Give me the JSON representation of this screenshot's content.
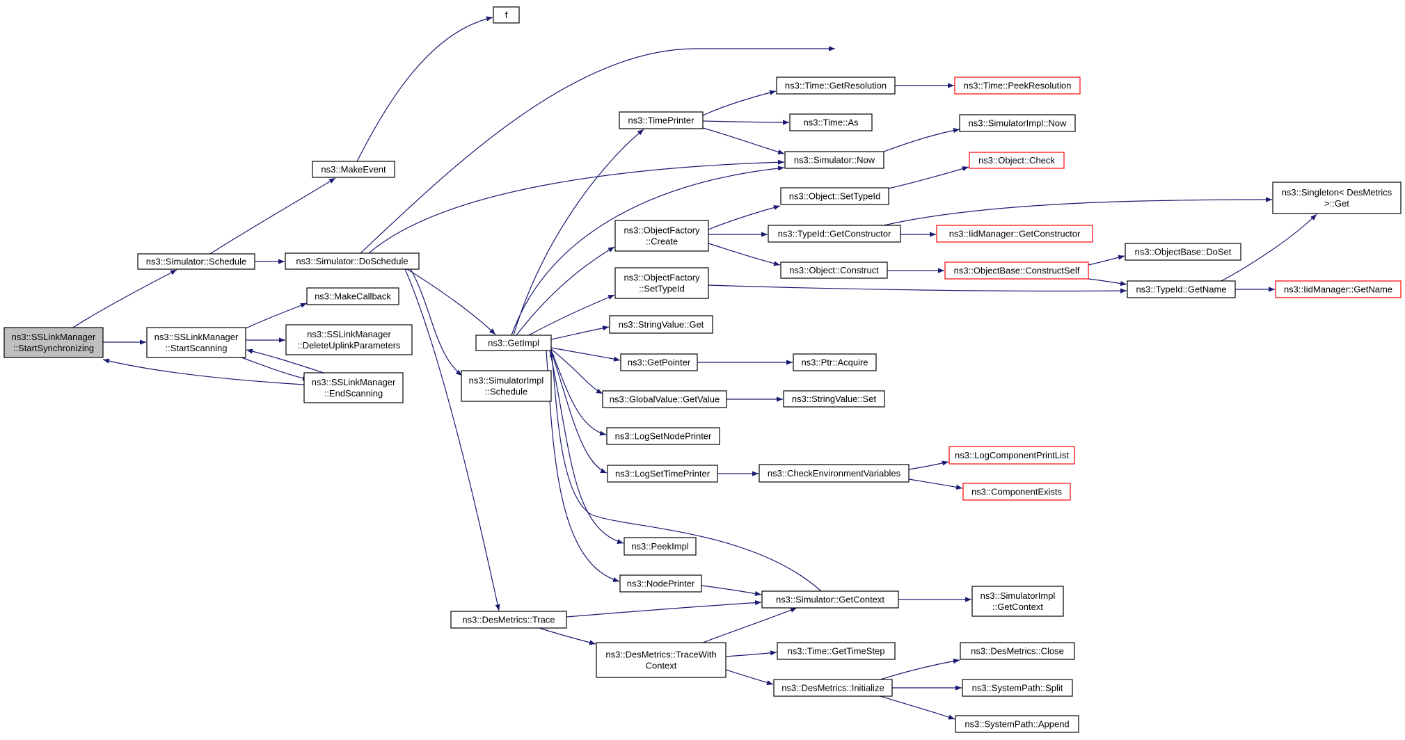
{
  "diagram": {
    "type": "call-graph",
    "colors": {
      "edge": "#191970",
      "box": "#000000",
      "external_box": "#ff0000",
      "root_fill": "#bfbfbf",
      "fill": "#ffffff"
    },
    "nodes": [
      {
        "id": "start_sync",
        "lines": [
          "ns3::SSLinkManager",
          "::StartSynchronizing"
        ],
        "style": "root"
      },
      {
        "id": "sim_schedule",
        "lines": [
          "ns3::Simulator::Schedule"
        ]
      },
      {
        "id": "sslm_startscan",
        "lines": [
          "ns3::SSLinkManager",
          "::StartScanning"
        ]
      },
      {
        "id": "make_event",
        "lines": [
          "ns3::MakeEvent"
        ]
      },
      {
        "id": "f",
        "lines": [
          "f"
        ]
      },
      {
        "id": "sim_doschedule",
        "lines": [
          "ns3::Simulator::DoSchedule"
        ]
      },
      {
        "id": "make_callback",
        "lines": [
          "ns3::MakeCallback"
        ]
      },
      {
        "id": "sslm_delete",
        "lines": [
          "ns3::SSLinkManager",
          "::DeleteUplinkParameters"
        ]
      },
      {
        "id": "sslm_endscan",
        "lines": [
          "ns3::SSLinkManager",
          "::EndScanning"
        ]
      },
      {
        "id": "getimpl",
        "lines": [
          "ns3::GetImpl"
        ]
      },
      {
        "id": "simimpl_schedule",
        "lines": [
          "ns3::SimulatorImpl",
          "::Schedule"
        ]
      },
      {
        "id": "des_trace",
        "lines": [
          "ns3::DesMetrics::Trace"
        ]
      },
      {
        "id": "timeprinter",
        "lines": [
          "ns3::TimePrinter"
        ]
      },
      {
        "id": "of_create",
        "lines": [
          "ns3::ObjectFactory",
          "::Create"
        ]
      },
      {
        "id": "of_settypeid",
        "lines": [
          "ns3::ObjectFactory",
          "::SetTypeId"
        ]
      },
      {
        "id": "stringvalue_get",
        "lines": [
          "ns3::StringValue::Get"
        ]
      },
      {
        "id": "getpointer",
        "lines": [
          "ns3::GetPointer"
        ]
      },
      {
        "id": "gv_getvalue",
        "lines": [
          "ns3::GlobalValue::GetValue"
        ]
      },
      {
        "id": "log_node",
        "lines": [
          "ns3::LogSetNodePrinter"
        ]
      },
      {
        "id": "log_time",
        "lines": [
          "ns3::LogSetTimePrinter"
        ]
      },
      {
        "id": "peekimpl",
        "lines": [
          "ns3::PeekImpl"
        ]
      },
      {
        "id": "nodeprinter",
        "lines": [
          "ns3::NodePrinter"
        ]
      },
      {
        "id": "des_tracewith",
        "lines": [
          "ns3::DesMetrics::TraceWith",
          "Context"
        ]
      },
      {
        "id": "time_getres",
        "lines": [
          "ns3::Time::GetResolution"
        ]
      },
      {
        "id": "time_as",
        "lines": [
          "ns3::Time::As"
        ]
      },
      {
        "id": "sim_now",
        "lines": [
          "ns3::Simulator::Now"
        ]
      },
      {
        "id": "obj_settypeid",
        "lines": [
          "ns3::Object::SetTypeId"
        ]
      },
      {
        "id": "typeid_getctor",
        "lines": [
          "ns3::TypeId::GetConstructor"
        ]
      },
      {
        "id": "obj_construct",
        "lines": [
          "ns3::Object::Construct"
        ]
      },
      {
        "id": "ptr_acquire",
        "lines": [
          "ns3::Ptr::Acquire"
        ]
      },
      {
        "id": "stringvalue_set",
        "lines": [
          "ns3::StringValue::Set"
        ]
      },
      {
        "id": "check_env",
        "lines": [
          "ns3::CheckEnvironmentVariables"
        ]
      },
      {
        "id": "sim_getcontext",
        "lines": [
          "ns3::Simulator::GetContext"
        ]
      },
      {
        "id": "time_gettimestep",
        "lines": [
          "ns3::Time::GetTimeStep"
        ]
      },
      {
        "id": "des_init",
        "lines": [
          "ns3::DesMetrics::Initialize"
        ]
      },
      {
        "id": "time_peekres",
        "lines": [
          "ns3::Time::PeekResolution"
        ],
        "style": "external"
      },
      {
        "id": "simimpl_now",
        "lines": [
          "ns3::SimulatorImpl::Now"
        ]
      },
      {
        "id": "obj_check",
        "lines": [
          "ns3::Object::Check"
        ],
        "style": "external"
      },
      {
        "id": "iid_getctor",
        "lines": [
          "ns3::IidManager::GetConstructor"
        ],
        "style": "external"
      },
      {
        "id": "objbase_constructself",
        "lines": [
          "ns3::ObjectBase::ConstructSelf"
        ],
        "style": "external"
      },
      {
        "id": "log_printlist",
        "lines": [
          "ns3::LogComponentPrintList"
        ],
        "style": "external"
      },
      {
        "id": "comp_exists",
        "lines": [
          "ns3::ComponentExists"
        ],
        "style": "external"
      },
      {
        "id": "simimpl_getcontext",
        "lines": [
          "ns3::SimulatorImpl",
          "::GetContext"
        ]
      },
      {
        "id": "des_close",
        "lines": [
          "ns3::DesMetrics::Close"
        ]
      },
      {
        "id": "syspath_split",
        "lines": [
          "ns3::SystemPath::Split"
        ]
      },
      {
        "id": "syspath_append",
        "lines": [
          "ns3::SystemPath::Append"
        ]
      },
      {
        "id": "objbase_doset",
        "lines": [
          "ns3::ObjectBase::DoSet"
        ]
      },
      {
        "id": "typeid_getname",
        "lines": [
          "ns3::TypeId::GetName"
        ]
      },
      {
        "id": "singleton_get",
        "lines": [
          "ns3::Singleton< DesMetrics",
          " >::Get"
        ]
      },
      {
        "id": "iid_getname",
        "lines": [
          "ns3::IidManager::GetName"
        ],
        "style": "external"
      }
    ],
    "edges": [
      [
        "start_sync",
        "sim_schedule"
      ],
      [
        "start_sync",
        "sslm_startscan"
      ],
      [
        "sim_schedule",
        "make_event"
      ],
      [
        "sim_schedule",
        "sim_doschedule"
      ],
      [
        "make_event",
        "f"
      ],
      [
        "sslm_startscan",
        "make_callback"
      ],
      [
        "sslm_startscan",
        "sslm_delete"
      ],
      [
        "sslm_startscan",
        "sslm_endscan"
      ],
      [
        "sslm_endscan",
        "start_sync"
      ],
      [
        "sslm_endscan",
        "sslm_startscan"
      ],
      [
        "sim_doschedule",
        "singleton_get"
      ],
      [
        "sim_doschedule",
        "sim_now"
      ],
      [
        "sim_doschedule",
        "getimpl"
      ],
      [
        "sim_doschedule",
        "simimpl_schedule"
      ],
      [
        "sim_doschedule",
        "des_trace"
      ],
      [
        "getimpl",
        "timeprinter"
      ],
      [
        "getimpl",
        "sim_now"
      ],
      [
        "getimpl",
        "of_create"
      ],
      [
        "getimpl",
        "of_settypeid"
      ],
      [
        "getimpl",
        "stringvalue_get"
      ],
      [
        "getimpl",
        "getpointer"
      ],
      [
        "getimpl",
        "gv_getvalue"
      ],
      [
        "getimpl",
        "log_node"
      ],
      [
        "getimpl",
        "log_time"
      ],
      [
        "getimpl",
        "peekimpl"
      ],
      [
        "getimpl",
        "nodeprinter"
      ],
      [
        "timeprinter",
        "time_getres"
      ],
      [
        "timeprinter",
        "time_as"
      ],
      [
        "timeprinter",
        "sim_now"
      ],
      [
        "time_getres",
        "time_peekres"
      ],
      [
        "sim_now",
        "simimpl_now"
      ],
      [
        "of_create",
        "obj_settypeid"
      ],
      [
        "of_create",
        "typeid_getctor"
      ],
      [
        "of_create",
        "obj_construct"
      ],
      [
        "obj_settypeid",
        "obj_check"
      ],
      [
        "typeid_getctor",
        "iid_getctor"
      ],
      [
        "typeid_getctor",
        "singleton_get"
      ],
      [
        "obj_construct",
        "objbase_constructself"
      ],
      [
        "objbase_constructself",
        "objbase_doset"
      ],
      [
        "objbase_constructself",
        "typeid_getname"
      ],
      [
        "of_settypeid",
        "typeid_getname"
      ],
      [
        "typeid_getname",
        "iid_getname"
      ],
      [
        "typeid_getname",
        "singleton_get"
      ],
      [
        "getpointer",
        "ptr_acquire"
      ],
      [
        "gv_getvalue",
        "stringvalue_set"
      ],
      [
        "log_time",
        "check_env"
      ],
      [
        "check_env",
        "log_printlist"
      ],
      [
        "check_env",
        "comp_exists"
      ],
      [
        "nodeprinter",
        "sim_getcontext"
      ],
      [
        "sim_getcontext",
        "getimpl"
      ],
      [
        "sim_getcontext",
        "simimpl_getcontext"
      ],
      [
        "des_trace",
        "sim_getcontext"
      ],
      [
        "des_trace",
        "des_tracewith"
      ],
      [
        "des_tracewith",
        "sim_getcontext"
      ],
      [
        "des_tracewith",
        "time_gettimestep"
      ],
      [
        "des_tracewith",
        "des_init"
      ],
      [
        "des_init",
        "des_close"
      ],
      [
        "des_init",
        "syspath_split"
      ],
      [
        "des_init",
        "syspath_append"
      ]
    ]
  }
}
